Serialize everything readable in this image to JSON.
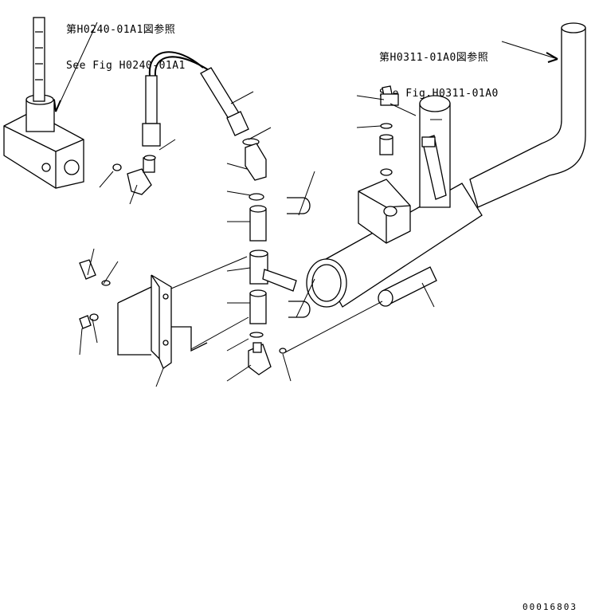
{
  "references": [
    {
      "jp": "第H0240-01A1図参照",
      "en": "See Fig H0240-01A1"
    },
    {
      "jp": "第H0311-01A0図参照",
      "en": "See Fig.H0311-01A0"
    }
  ],
  "drawing_number": "00016803"
}
